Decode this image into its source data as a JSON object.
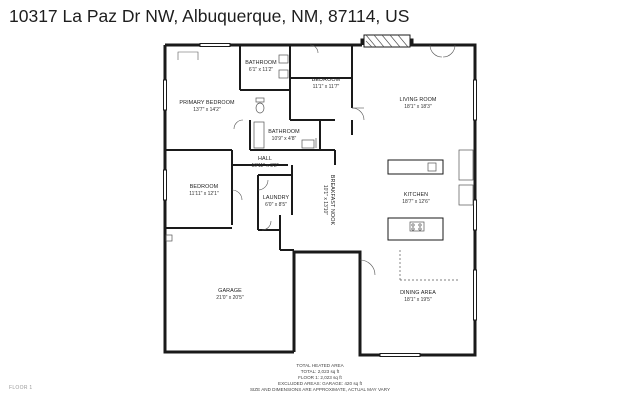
{
  "header": {
    "address": "10317 La Paz Dr NW, Albuquerque, NM, 87114, US"
  },
  "rooms": {
    "bathroom1": {
      "name": "BATHROOM",
      "dims": "6'1\" x 11'2\""
    },
    "bedroom1": {
      "name": "BEDROOM",
      "dims": "11'1\" x 11'7\""
    },
    "primary_bedroom": {
      "name": "PRIMARY BEDROOM",
      "dims": "13'7\" x 14'2\""
    },
    "living_room": {
      "name": "LIVING ROOM",
      "dims": "18'1\" x 18'3\""
    },
    "bathroom2": {
      "name": "BATHROOM",
      "dims": "10'9\" x 4'8\""
    },
    "hall": {
      "name": "HALL",
      "dims": "10'11\" x 3'2\""
    },
    "bedroom2": {
      "name": "BEDROOM",
      "dims": "11'11\" x 12'1\""
    },
    "laundry": {
      "name": "LAUNDRY",
      "dims": "6'0\" x 8'5\""
    },
    "breakfast_nook": {
      "name": "BREAKFAST NOOK",
      "dims": "10'1\" x 13'10\""
    },
    "kitchen": {
      "name": "KITCHEN",
      "dims": "18'7\" x 12'6\""
    },
    "garage": {
      "name": "GARAGE",
      "dims": "21'0\" x 20'5\""
    },
    "dining_area": {
      "name": "DINING AREA",
      "dims": "18'1\" x 19'5\""
    }
  },
  "footer": {
    "line1": "TOTAL HEATED AREA",
    "line2": "TOTAL: 2,023 sq ft",
    "line3": "FLOOR 1: 2,023 sq ft",
    "line4": "EXCLUDED AREAS: GARAGE: 420 sq ft",
    "line5": "SIZE AND DIMENSIONS ARE APPROXIMATE, ACTUAL MAY VARY",
    "floor_tag": "FLOOR 1"
  },
  "colors": {
    "wall": "#1a1a1a",
    "fixture": "#555555",
    "hatch": "#444444"
  }
}
